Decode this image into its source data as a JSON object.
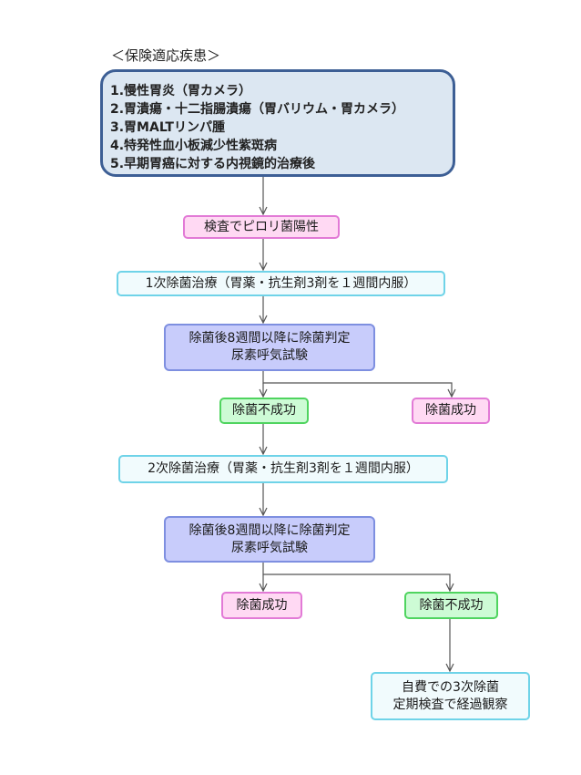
{
  "header": {
    "title": "＜保険適応疾患＞"
  },
  "diseases": [
    "1.慢性胃炎（胃カメラ）",
    "2.胃潰瘍・十二指腸潰瘍（胃バリウム・胃カメラ）",
    "3.胃MALTリンパ腫",
    "4.特発性血小板減少性紫斑病",
    "5.早期胃癌に対する内視鏡的治療後"
  ],
  "nodes": {
    "pylori_positive": "検査でピロリ菌陽性",
    "first_treatment": "1次除菌治療（胃薬・抗生剤3剤を１週間内服）",
    "first_judgement": [
      "除菌後8週間以降に除菌判定",
      "尿素呼気試験"
    ],
    "first_failure": "除菌不成功",
    "first_success": "除菌成功",
    "second_treatment": "2次除菌治療（胃薬・抗生剤3剤を１週間内服）",
    "second_judgement": [
      "除菌後8週間以降に除菌判定",
      "尿素呼気試験"
    ],
    "second_success": "除菌成功",
    "second_failure": "除菌不成功",
    "third_step": [
      "自費での3次除菌",
      "定期検査で経過観察"
    ]
  },
  "colors": {
    "pink_fill": "#ffd9f3",
    "pink_border": "#e27ad6",
    "cyan_fill": "#f1fbfd",
    "cyan_border": "#6fd3e8",
    "purple_fill": "#c8ccfb",
    "purple_border": "#7e8fe0",
    "green_fill": "#cdfbd5",
    "green_border": "#4fd45f",
    "disease_fill": "#dce7f2",
    "disease_border": "#3d5f95",
    "connector": "#555555"
  }
}
